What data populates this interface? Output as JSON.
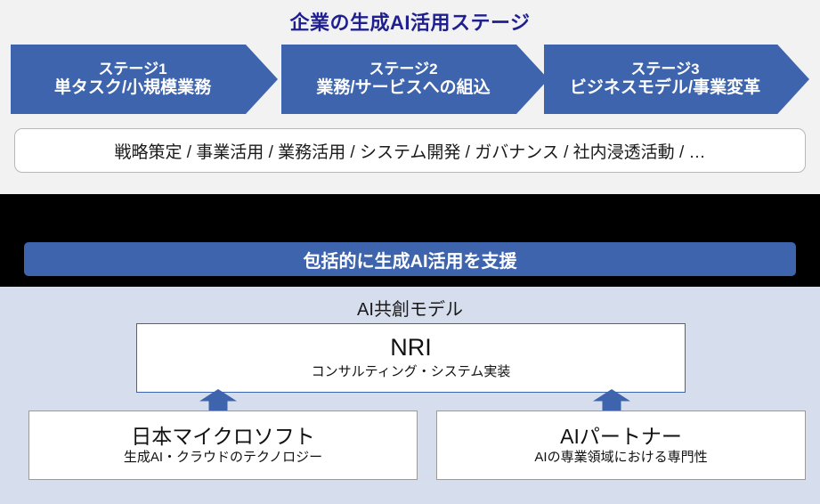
{
  "top": {
    "title": "企業の生成AI活用ステージ",
    "stages": [
      {
        "line1": "ステージ1",
        "line2": "単タスク/小規模業務"
      },
      {
        "line1": "ステージ2",
        "line2": "業務/サービスへの組込"
      },
      {
        "line1": "ステージ3",
        "line2": "ビジネスモデル/事業変革"
      }
    ],
    "capabilities": "戦略策定 / 事業活用 / 業務活用 / システム開発 / ガバナンス / 社内浸透活動 / …"
  },
  "banner": {
    "text": "包括的に生成AI活用を支援"
  },
  "bottom": {
    "model_label": "AI共創モデル",
    "nri": {
      "title": "NRI",
      "subtitle": "コンサルティング・システム実装"
    },
    "partners": [
      {
        "title": "日本マイクロソフト",
        "subtitle": "生成AI・クラウドのテクノロジー"
      },
      {
        "title": "AIパートナー",
        "subtitle": "AIの専業領域における専門性"
      }
    ]
  },
  "colors": {
    "chevron_blue": "#3d64ad",
    "title_navy": "#1f1f8f",
    "band_black": "#000000",
    "panel_light_blue": "#d6dded",
    "top_gray": "#f2f2f2",
    "box_border_gray": "#9a9a9a"
  }
}
